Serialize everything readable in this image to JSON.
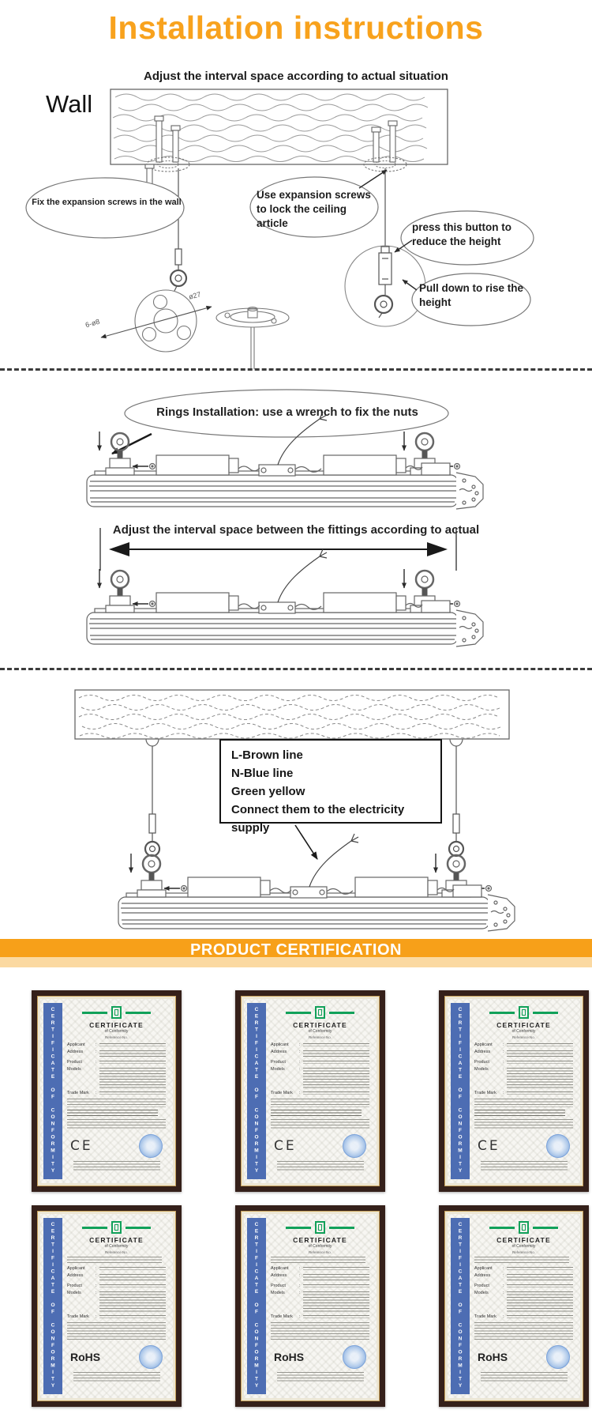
{
  "page": {
    "title": "Installation instructions"
  },
  "wall_section": {
    "subtitle": "Adjust the interval space according to actual situation",
    "wall_label": "Wall",
    "callout_fix_screws": "Fix the expansion screws in the wall",
    "callout_lock_ceiling": "Use expansion screws to lock the ceiling article",
    "callout_press_button": "press this button to reduce the height",
    "callout_pull_down": "Pull down to rise the height",
    "dim_diameter": "ø27",
    "dim_holes": "6-ø8"
  },
  "rings_section": {
    "callout_rings": "Rings Installation: use a wrench to fix the nuts",
    "adjust_text": "Adjust the interval space between the fittings according to actual"
  },
  "wiring_section": {
    "lines": [
      "L-Brown line",
      "N-Blue line",
      "Green yellow",
      "Connect them to the electricity supply"
    ]
  },
  "certification": {
    "banner": "PRODUCT CERTIFICATION",
    "side_text": "CERTIFICATE OF CONFORMITY",
    "cert_title": "CERTIFICATE",
    "cert_subtitle": "of Conformity",
    "reference_line": "Reference No.",
    "field_labels": [
      "Applicant",
      "Address",
      "Product",
      "Models",
      "Trade Mark"
    ],
    "items": [
      {
        "mark": "CE"
      },
      {
        "mark": "CE"
      },
      {
        "mark": "CE"
      },
      {
        "mark": "RoHS"
      },
      {
        "mark": "RoHS"
      },
      {
        "mark": "RoHS"
      }
    ]
  },
  "colors": {
    "accent_orange": "#F8A21D",
    "banner_orange": "#F7A019",
    "banner_light_orange": "#FBD9A1",
    "cert_banner_blue": "#4D6DB3",
    "cert_green": "#11A15A",
    "stamp_blue": "#5D8ED2",
    "frame_brown": "#35201A"
  }
}
